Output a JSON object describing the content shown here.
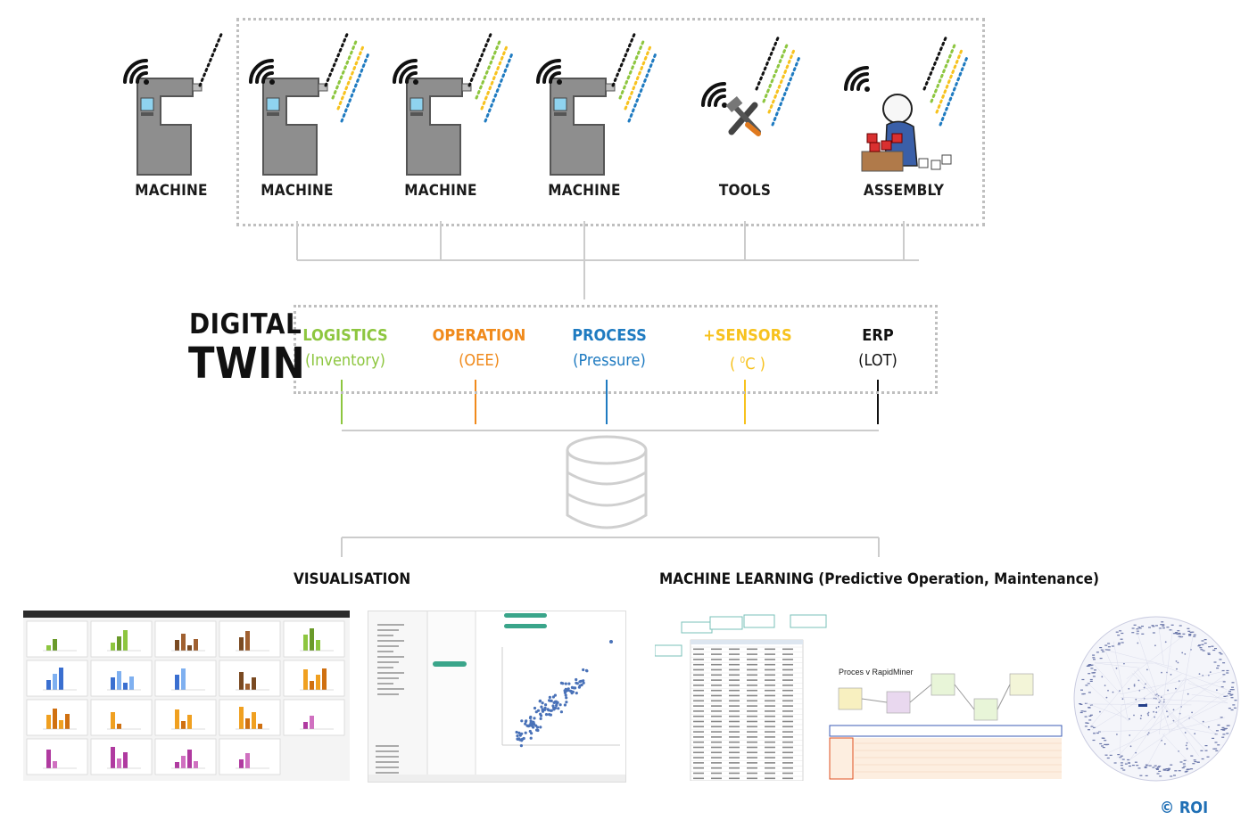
{
  "devices": [
    {
      "label": "MACHINE",
      "icon": "machine-icon"
    },
    {
      "label": "MACHINE",
      "icon": "machine-icon"
    },
    {
      "label": "MACHINE",
      "icon": "machine-icon"
    },
    {
      "label": "MACHINE",
      "icon": "machine-icon"
    },
    {
      "label": "TOOLS",
      "icon": "tools-icon"
    },
    {
      "label": "ASSEMBLY",
      "icon": "assembly-worker-icon"
    }
  ],
  "digital_twin": {
    "title_line1": "DIGITAL",
    "title_line2": "TWIN",
    "categories": [
      {
        "title": "LOGISTICS",
        "sub": "(Inventory)",
        "color": "#8dc63f"
      },
      {
        "title": "OPERATION",
        "sub": "(OEE)",
        "color": "#f08a1c"
      },
      {
        "title": "PROCESS",
        "sub": "(Pressure)",
        "color": "#1f7bc1"
      },
      {
        "title": "+SENSORS",
        "sub_pre": "( ",
        "sub_sup": "0",
        "sub_post": "C )",
        "color": "#f7c21e"
      },
      {
        "title": "ERP",
        "sub": "(LOT)",
        "color": "#111111"
      }
    ]
  },
  "database": {
    "icon": "database-icon"
  },
  "sections": {
    "visualisation": "VISUALISATION",
    "machine_learning": "MACHINE LEARNING (Predictive Operation, Maintenance)"
  },
  "ml_thumb": {
    "rapidminer_title": "Proces v RapidMiner"
  },
  "copyright": "© ROI",
  "colors": {
    "green": "#8dc63f",
    "orange": "#f08a1c",
    "blue": "#1f7bc1",
    "yellow": "#f7c21e",
    "grey_line": "#cccccc"
  }
}
